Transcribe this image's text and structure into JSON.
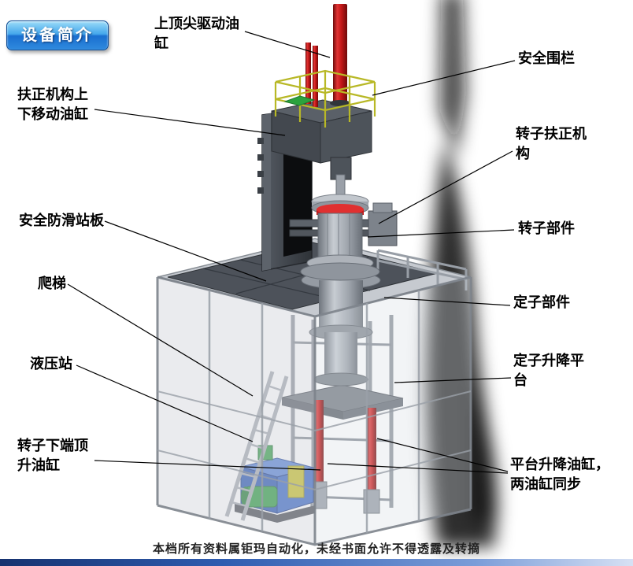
{
  "badge": {
    "label": "设备简介"
  },
  "labels": {
    "top_cylinder": "上顶尖驱动油缸",
    "safety_fence": "安全围栏",
    "centering_cylinder": "扶正机构上下移动油缸",
    "rotor_centering": "转子扶正机构",
    "antislip_plate": "安全防滑站板",
    "rotor_part": "转子部件",
    "ladder": "爬梯",
    "stator_part": "定子部件",
    "hydraulic_station": "液压站",
    "stator_lift_platform": "定子升降平台",
    "rotor_jack_cylinder": "转子下端顶升油缸",
    "platform_lift_cylinders": "平台升降油缸，两油缸同步"
  },
  "footer": {
    "watermark": "本档所有资料属钜玛自动化，未经书面允许不得透露及转摘"
  },
  "colors": {
    "badge_blue": "#1f78d1",
    "cylinder_red": "#c41616",
    "fence_yellow": "#b8b826",
    "hydraulic_blue": "#2c58b4",
    "motor_green": "#2f9e44",
    "steel_dark": "#4d525a",
    "steel_light": "#9aa0a8"
  }
}
